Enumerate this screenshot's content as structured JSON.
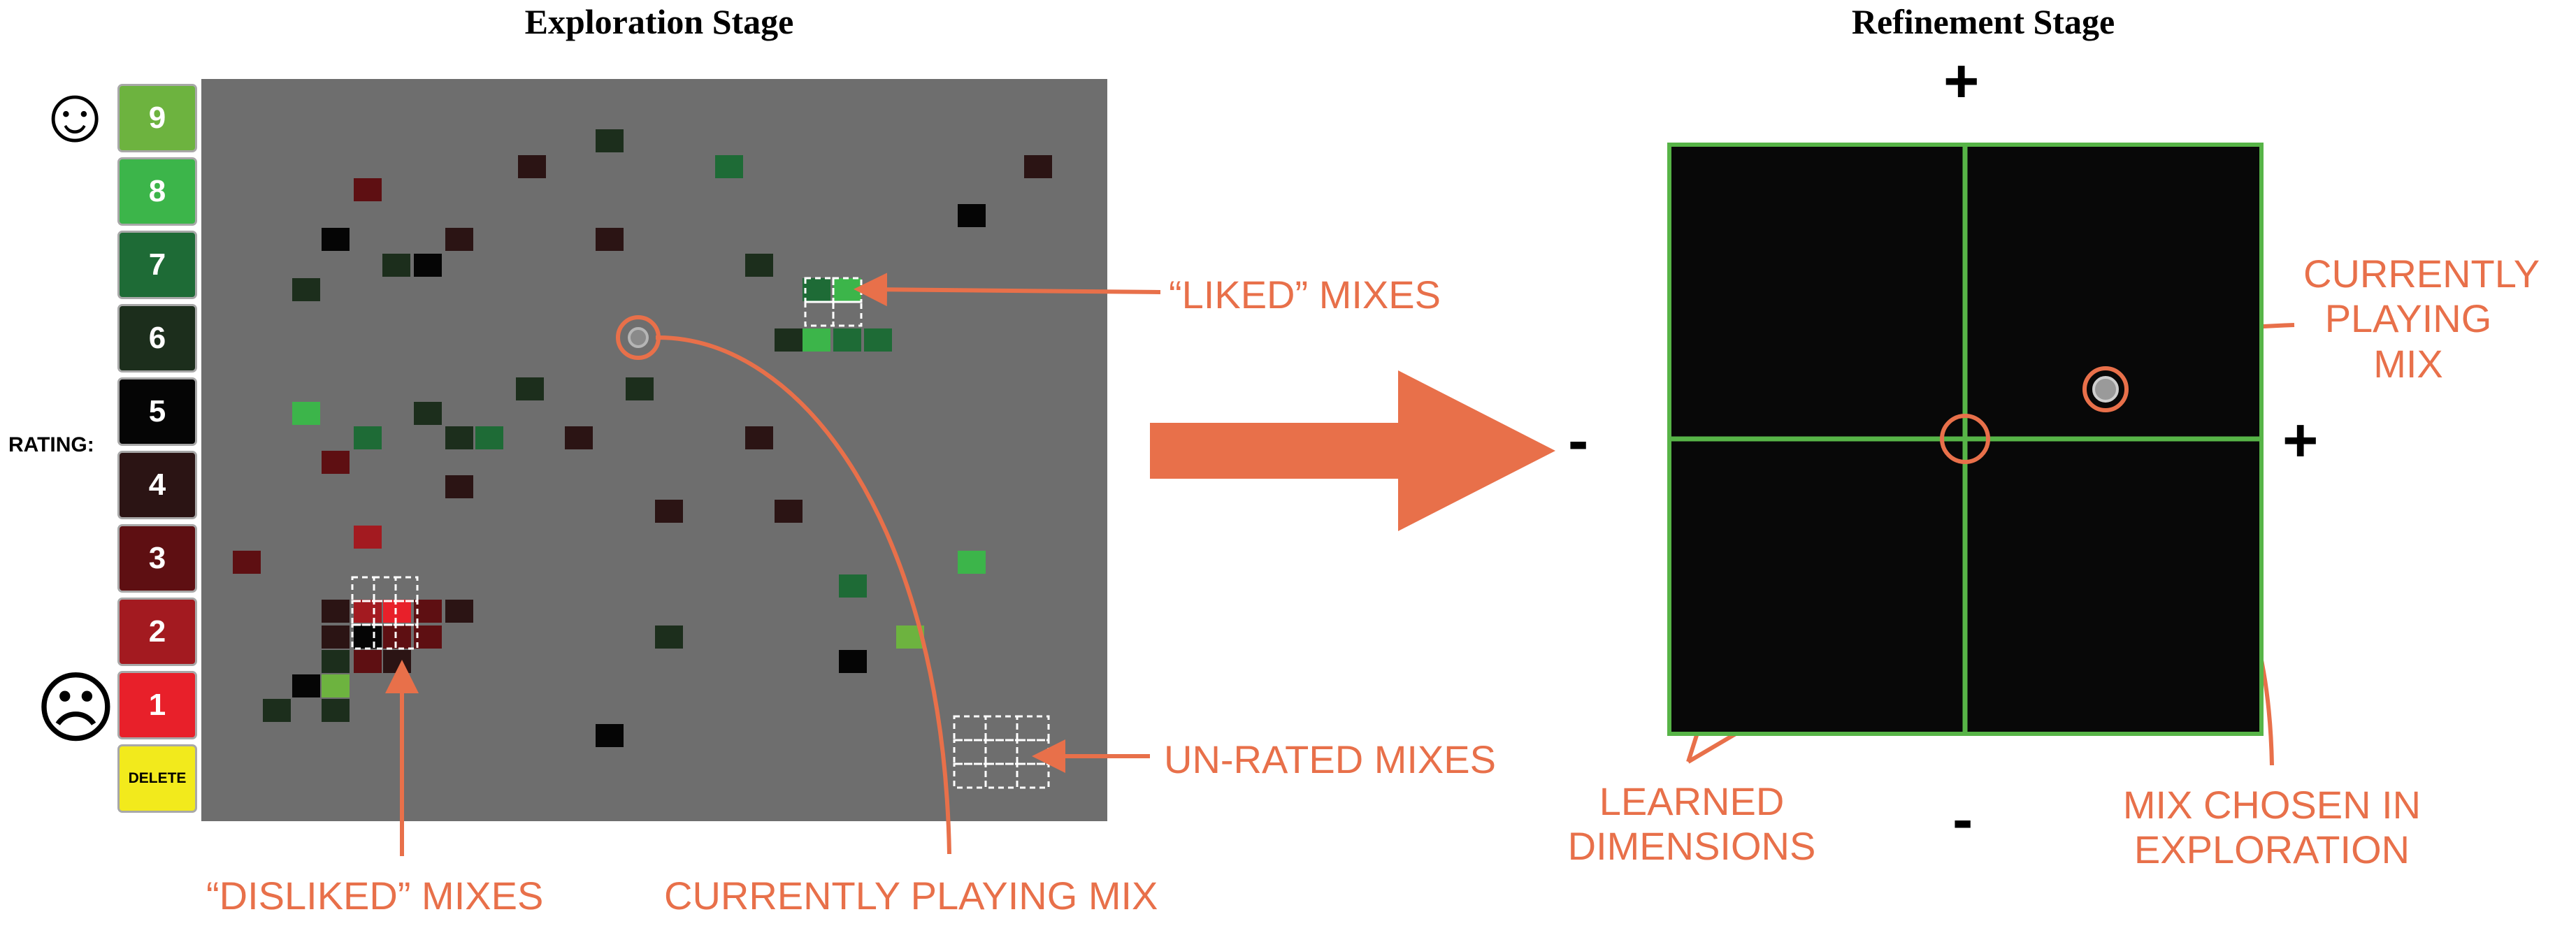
{
  "titles": {
    "exploration": "Exploration Stage",
    "refinement": "Refinement Stage"
  },
  "rating": {
    "label": "RATING:",
    "buttons": [
      {
        "label": "9",
        "color": "#6db33f"
      },
      {
        "label": "8",
        "color": "#3cb54a"
      },
      {
        "label": "7",
        "color": "#1e6b36"
      },
      {
        "label": "6",
        "color": "#1c2e1c"
      },
      {
        "label": "5",
        "color": "#050505"
      },
      {
        "label": "4",
        "color": "#2b1414"
      },
      {
        "label": "3",
        "color": "#5e0f12"
      },
      {
        "label": "2",
        "color": "#a31a20"
      },
      {
        "label": "1",
        "color": "#e8202a"
      }
    ],
    "delete_label": "DELETE",
    "delete_color": "#f2ea1c",
    "happy_face": "☺",
    "sad_face": "☹"
  },
  "annotations": {
    "liked": "“LIKED” MIXES",
    "unrated": "UN-RATED MIXES",
    "disliked": "“DISLIKED” MIXES",
    "currently_playing": "CURRENTLY PLAYING MIX",
    "right_currently_playing": [
      "CURRENTLY",
      "PLAYING",
      "MIX"
    ],
    "learned_dimensions": [
      "LEARNED",
      "DIMENSIONS"
    ],
    "mix_chosen": [
      "MIX CHOSEN IN",
      "EXPLORATION"
    ]
  },
  "signs": {
    "plus": "+",
    "minus": "-"
  },
  "colors": {
    "annotation": "#e8704a",
    "exploration_bg": "#6e6e6e",
    "refinement_bg": "#080808",
    "refinement_lines": "#57b447"
  }
}
